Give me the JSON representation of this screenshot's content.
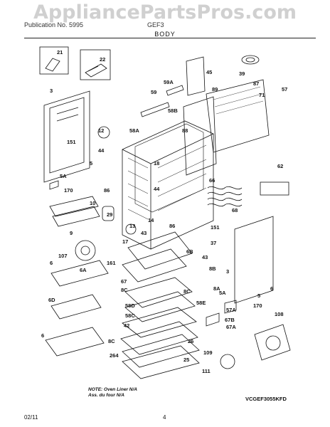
{
  "watermark": "AppliancePartsPros.com",
  "header": {
    "left": "Publication No. 5995",
    "model": "GEF3",
    "section": "BODY"
  },
  "labels": [
    {
      "id": "21",
      "t": "21"
    },
    {
      "id": "22",
      "t": "22"
    },
    {
      "id": "39",
      "t": "39"
    },
    {
      "id": "45",
      "t": "45"
    },
    {
      "id": "3a",
      "t": "3"
    },
    {
      "id": "59A",
      "t": "59A"
    },
    {
      "id": "89",
      "t": "89"
    },
    {
      "id": "87",
      "t": "87"
    },
    {
      "id": "71",
      "t": "71"
    },
    {
      "id": "57",
      "t": "57"
    },
    {
      "id": "59",
      "t": "59"
    },
    {
      "id": "58B",
      "t": "58B"
    },
    {
      "id": "88",
      "t": "88"
    },
    {
      "id": "12",
      "t": "12"
    },
    {
      "id": "58A",
      "t": "58A"
    },
    {
      "id": "151a",
      "t": "151"
    },
    {
      "id": "44a",
      "t": "44"
    },
    {
      "id": "5a",
      "t": "5"
    },
    {
      "id": "18",
      "t": "18"
    },
    {
      "id": "62",
      "t": "62"
    },
    {
      "id": "5A",
      "t": "5A"
    },
    {
      "id": "86a",
      "t": "86"
    },
    {
      "id": "44b",
      "t": "44"
    },
    {
      "id": "66",
      "t": "66"
    },
    {
      "id": "170a",
      "t": "170"
    },
    {
      "id": "10",
      "t": "10"
    },
    {
      "id": "68",
      "t": "68"
    },
    {
      "id": "29",
      "t": "29"
    },
    {
      "id": "14",
      "t": "14"
    },
    {
      "id": "86b",
      "t": "86"
    },
    {
      "id": "13",
      "t": "13"
    },
    {
      "id": "151b",
      "t": "151"
    },
    {
      "id": "9",
      "t": "9"
    },
    {
      "id": "43a",
      "t": "43"
    },
    {
      "id": "17",
      "t": "17"
    },
    {
      "id": "37",
      "t": "37"
    },
    {
      "id": "6B",
      "t": "6B"
    },
    {
      "id": "107",
      "t": "107"
    },
    {
      "id": "161",
      "t": "161"
    },
    {
      "id": "6",
      "t": "6"
    },
    {
      "id": "6A",
      "t": "6A"
    },
    {
      "id": "43b",
      "t": "43"
    },
    {
      "id": "3b",
      "t": "3"
    },
    {
      "id": "67",
      "t": "67"
    },
    {
      "id": "8B",
      "t": "8B"
    },
    {
      "id": "8C1",
      "t": "8C"
    },
    {
      "id": "8C2",
      "t": "8C"
    },
    {
      "id": "8A",
      "t": "8A"
    },
    {
      "id": "5A2",
      "t": "5A"
    },
    {
      "id": "6D",
      "t": "6D"
    },
    {
      "id": "58D",
      "t": "58D"
    },
    {
      "id": "58E",
      "t": "58E"
    },
    {
      "id": "5b",
      "t": "5"
    },
    {
      "id": "6b",
      "t": "6"
    },
    {
      "id": "58C",
      "t": "58C"
    },
    {
      "id": "57A",
      "t": "57A"
    },
    {
      "id": "170b",
      "t": "170"
    },
    {
      "id": "42",
      "t": "42"
    },
    {
      "id": "108",
      "t": "108"
    },
    {
      "id": "67A",
      "t": "67A"
    },
    {
      "id": "6c",
      "t": "6"
    },
    {
      "id": "8Cc",
      "t": "8C"
    },
    {
      "id": "67B",
      "t": "67B"
    },
    {
      "id": "26",
      "t": "26"
    },
    {
      "id": "264",
      "t": "264"
    },
    {
      "id": "25",
      "t": "25"
    },
    {
      "id": "109",
      "t": "109"
    },
    {
      "id": "111",
      "t": "111"
    }
  ],
  "note": {
    "line1": "NOTE: Oven Liner N/A",
    "line2": "Ass. du four N/A"
  },
  "figure_code": "VCGEF3055KFD",
  "footer": {
    "date": "02/11",
    "page": "4"
  }
}
